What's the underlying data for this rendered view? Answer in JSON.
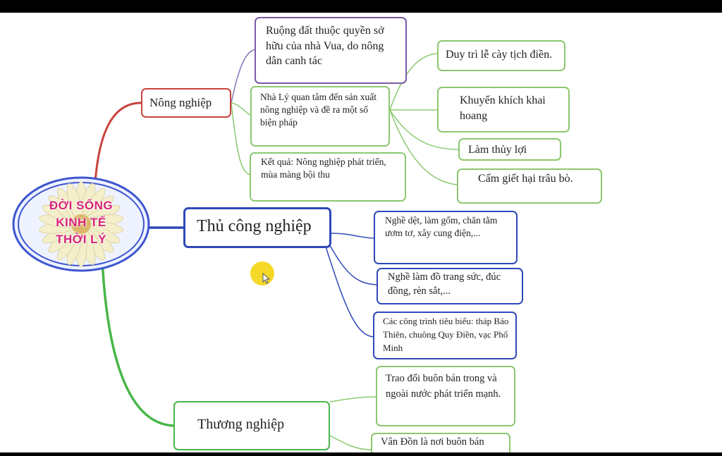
{
  "center": {
    "title": "ĐỜI SỐNG\nKINH TẾ\nTHỜI LÝ"
  },
  "branches": {
    "nong_nghiep": {
      "label": "Nông nghiệp",
      "children": [
        "Ruộng đất thuộc quyền sở hữu của nhà Vua, do nông dân canh tác",
        "Nhà Lý quan tâm đến sản xuất nông nghiệp và đề ra một số biện pháp",
        "Kết quả: Nông nghiệp phát triển, mùa màng bội thu"
      ],
      "measures": [
        "Duy trì lễ cày tịch điền.",
        "Khuyến khích khai hoang",
        "Làm thủy lợi",
        "Cấm giết hại trâu bò."
      ]
    },
    "thu_cong_nghiep": {
      "label": "Thủ công nghiệp",
      "children": [
        "Nghề dệt, làm gốm, chăn tằm ươm tơ, xây cung điện,...",
        "Nghề làm đồ trang sức, đúc đồng, rèn sắt,...",
        "Các công trình tiêu biểu: tháp Báo Thiên, chuông Quy Điền, vạc Phổ Minh"
      ]
    },
    "thuong_nghiep": {
      "label": "Thương nghiệp",
      "children": [
        "Trao đổi buôn bán trong và ngoài nước phát triển mạnh.",
        "Vân Đồn là nơi buôn bán"
      ]
    }
  },
  "colors": {
    "nong_nghiep": "#c8433d",
    "thu_cong_nghiep": "#2f49b8",
    "thuong_nghiep": "#48b648",
    "leaf_purple": "#7a5aa6",
    "leaf_green": "#8cc86e",
    "title_text": "#d6247a"
  },
  "icons": {
    "center": "daisy-flower-icon",
    "pointer": "cursor-highlight-icon"
  }
}
